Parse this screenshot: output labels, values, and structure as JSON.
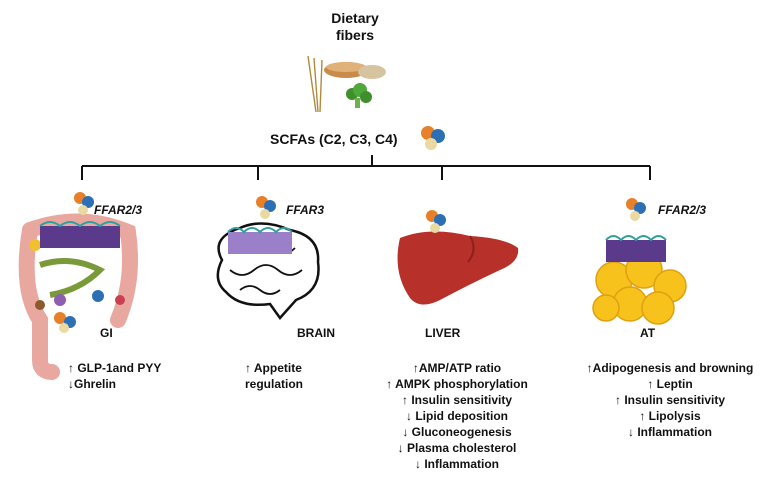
{
  "source": {
    "line1": "Dietary",
    "line2": "fibers"
  },
  "scfa_label": "SCFAs (C2, C3, C4)",
  "organs": [
    {
      "key": "gi",
      "name": "GI",
      "receptor": "FFAR2/3",
      "effects": [
        "↑ GLP-1and PYY",
        "↓Ghrelin"
      ]
    },
    {
      "key": "brain",
      "name": "BRAIN",
      "receptor": "FFAR3",
      "effects": [
        "↑ Appetite",
        "regulation"
      ]
    },
    {
      "key": "liver",
      "name": "LIVER",
      "receptor": "",
      "effects": [
        "↑AMP/ATP ratio",
        "↑ AMPK phosphorylation",
        "↑ Insulin sensitivity",
        "↓ Lipid deposition",
        "↓ Gluconeogenesis",
        "↓ Plasma cholesterol",
        "↓ Inflammation"
      ]
    },
    {
      "key": "at",
      "name": "AT",
      "receptor": "FFAR2/3",
      "effects": [
        "↑Adipogenesis  and browning",
        "↑ Leptin",
        "↑ Insulin sensitivity",
        "↑ Lipolysis",
        "↓ Inflammation"
      ]
    }
  ],
  "colors": {
    "line": "#111111",
    "liver": "#b8302a",
    "fat": "#f7c21b",
    "receptor": "#5b3a8c",
    "intestine": "#e8a8a0",
    "scfa_orange": "#e8802a",
    "scfa_blue": "#2d6fb5",
    "scfa_cream": "#ead9a0"
  }
}
